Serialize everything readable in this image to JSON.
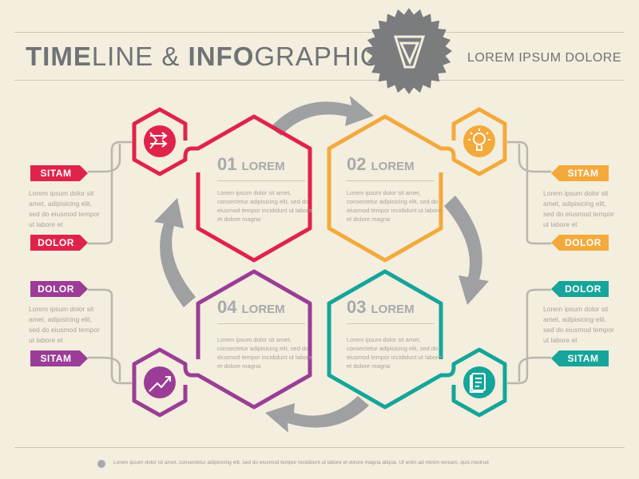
{
  "header": {
    "title_bold_1": "TIME",
    "title_light_1": "LINE & ",
    "title_bold_2": "INFO",
    "title_light_2": "GRAPHICS",
    "subtitle": "LOREM IPSUM DOLORE"
  },
  "colors": {
    "red": "#e0234b",
    "orange": "#f4a93b",
    "teal": "#15a59a",
    "purple": "#9b3d96",
    "gray": "#9ea0a2",
    "background": "#f3eedd"
  },
  "tags": {
    "left_top_1": "SITAM",
    "left_top_2": "DOLOR",
    "left_bottom_1": "DOLOR",
    "left_bottom_2": "SITAM",
    "right_top_1": "SITAM",
    "right_top_2": "DOLOR",
    "right_bottom_1": "DOLOR",
    "right_bottom_2": "SITAM"
  },
  "side_text": {
    "left_top": "Lorem ipsum dolor sit amet, adipisicing elit, sed do eiusmod tempor ut labore et",
    "left_bottom": "Lorem ipsum dolor sit amet, adipisicing elit, sed do eiusmod tempor ut labore et",
    "right_top": "Lorem ipsum dolor sit amet, adipisicing elit, sed do eiusmod tempor ut labore et",
    "right_bottom": "Lorem ipsum dolor sit amet, adipisicing elit, sed do eiusmod tempor ut labore et"
  },
  "steps": [
    {
      "number": "01",
      "label": "LOREM",
      "text": "Lorem ipsum dolor sit amet, consectetur adipisicing elit, sed do eiusmod tempor incididunt ut labore et dolore magna",
      "icon": "arrows-icon"
    },
    {
      "number": "02",
      "label": "LOREM",
      "text": "Lorem ipsum dolor sit amet, consectetur adipisicing elit, sed do eiusmod tempor incididunt ut labore et dolore magna",
      "icon": "lightbulb-icon"
    },
    {
      "number": "03",
      "label": "LOREM",
      "text": "Lorem ipsum dolor sit amet, consectetur adipisicing elit, sed do eiusmod tempor incididunt ut labore et dolore magna",
      "icon": "document-icon"
    },
    {
      "number": "04",
      "label": "LOREM",
      "text": "Lorem ipsum dolor sit amet, consectetur adipisicing elit, sed do eiusmod tempor incididunt ut labore et dolore magna",
      "icon": "chart-up-icon"
    }
  ],
  "footer": {
    "text": "Lorem ipsum dolor sit amet, consectetur adipisicing elit, sed do eiusmod tempor incididunt ut labore et dolore magna aliqua. Ut enim ad minim veniam, quis nostrud"
  }
}
